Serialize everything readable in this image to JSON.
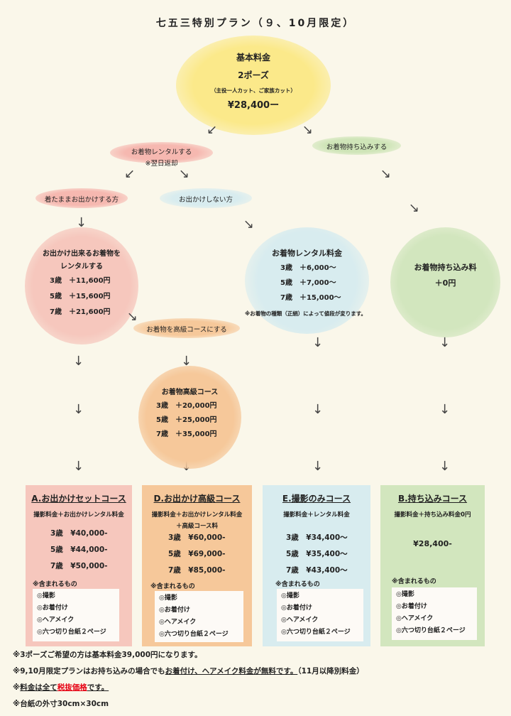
{
  "title": "七五三特別プラン（９、10月限定）",
  "colors": {
    "background": "#faf7ea",
    "pink": "#f6c7bd",
    "orange": "#f6c89a",
    "blue": "#d8ecef",
    "green": "#d2e6be",
    "yellow": "#fbe98a",
    "red": "#e60012"
  },
  "base": {
    "label": "基本料金",
    "poses": "2ポーズ",
    "detail": "（主役一人カット、ご家族カット）",
    "price": "¥28,400ー"
  },
  "branches": {
    "rental": "お着物レンタルする",
    "rental_note": "※翌日返却",
    "bring": "お着物持ち込みする",
    "outing": "着たままお出かけする方",
    "no_outing": "お出かけしない方",
    "upgrade": "お着物を高級コースにする"
  },
  "outing_rental": {
    "line1": "お出かけ出来るお着物を",
    "line2": "レンタルする",
    "prices": [
      "3歳　＋11,600円",
      "5歳　＋15,600円",
      "7歳　＋21,600円"
    ]
  },
  "rental_fee": {
    "title": "お着物レンタル料金",
    "prices": [
      "3歳　＋6,000～",
      "5歳　＋7,000～",
      "7歳　＋15,000～"
    ],
    "note": "※お着物の種類（正絹）によって値段が変ります。"
  },
  "bring_fee": {
    "title": "お着物持ち込み料",
    "price": "＋0円"
  },
  "luxury": {
    "title": "お着物高級コース",
    "prices": [
      "3歳　＋20,000円",
      "5歳　＋25,000円",
      "7歳　＋35,000円"
    ]
  },
  "include_label": "※含まれるもの",
  "include_items": [
    "◎撮影",
    "◎お着付け",
    "◎ヘアメイク",
    "◎六つ切り台紙２ページ"
  ],
  "cards": [
    {
      "title": "A.お出かけセットコース",
      "sub1": "撮影料金＋お出かけレンタル料金",
      "sub2": "",
      "prices": [
        "3歳　¥40,000-",
        "5歳　¥44,000-",
        "7歳　¥50,000-"
      ]
    },
    {
      "title": "D.お出かけ高級コース",
      "sub1": "撮影料金＋お出かけレンタル料金",
      "sub2": "＋高級コース料",
      "prices": [
        "3歳　¥60,000-",
        "5歳　¥69,000-",
        "7歳　¥85,000-"
      ]
    },
    {
      "title": "E.撮影のみコース",
      "sub1": "撮影料金＋レンタル料金",
      "sub2": "",
      "prices": [
        "3歳　¥34,400～",
        "5歳　¥35,400～",
        "7歳　¥43,400～"
      ]
    },
    {
      "title": "B.持ち込みコース",
      "sub1": "撮影料金＋持ち込み料金0円",
      "sub2": "",
      "prices": [
        "¥28,400-"
      ]
    }
  ],
  "notes": {
    "n1": "※3ポーズご希望の方は基本料金39,000円になります。",
    "n2a": "※9,10月限定プランはお持ち込みの場合でも",
    "n2b": "お着付け、ヘアメイク料金が無料です。",
    "n2c": "（11月以降別料金）",
    "n3a": "※",
    "n3b": "料金は全て",
    "n3c": "税抜価格",
    "n3d": "です。",
    "n4": "※台紙の外寸30cm×30cm"
  }
}
